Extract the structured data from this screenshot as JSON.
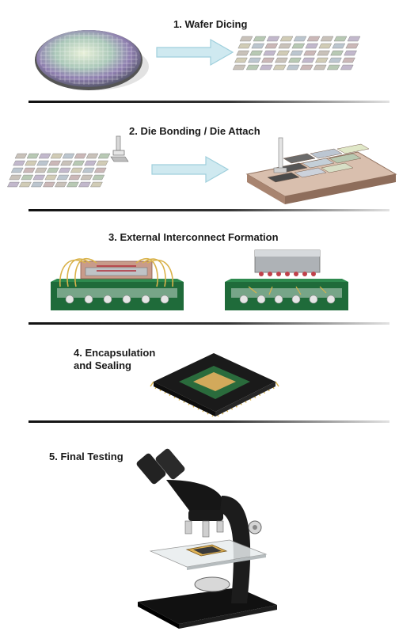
{
  "steps": [
    {
      "title": "1. Wafer Dicing"
    },
    {
      "title": "2. Die Bonding / Die Attach"
    },
    {
      "title": "3. External Interconnect Formation"
    },
    {
      "title": "4. Encapsulation\nand Sealing"
    },
    {
      "title": "5. Final Testing"
    }
  ],
  "palette": {
    "arrow": "#bfe3ec",
    "board_green": "#1f6b3a",
    "substrate_tan": "#c9a792",
    "die_silver": "#b8bcc0",
    "gold_wire": "#d9b24a",
    "microscope_black": "#1c1c1c"
  },
  "icons": [
    "silicon-wafer-icon",
    "right-arrow-icon",
    "diced-die-grid-icon",
    "die-attach-tool-icon",
    "package-substrate-icon",
    "wire-bond-icon",
    "flip-chip-icon",
    "qfp-chip-icon",
    "microscope-icon"
  ]
}
